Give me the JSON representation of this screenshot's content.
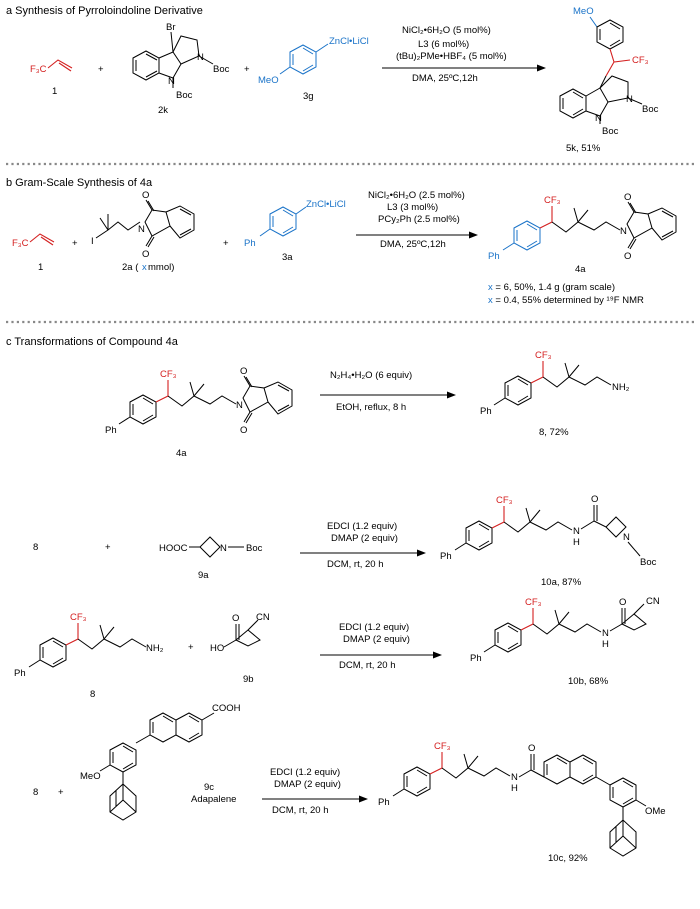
{
  "sections": {
    "a": {
      "title": "a Synthesis of Pyrroloindoline Derivative",
      "reagent1": {
        "label": "1",
        "formula": "F₃C"
      },
      "reagent2": {
        "label": "2k",
        "br": "Br",
        "n": "N",
        "boc": "Boc"
      },
      "reagent3": {
        "label": "3g",
        "zn": "ZnCl•LiCl",
        "meo": "MeO"
      },
      "conditions": [
        "NiCl₂•6H₂O (5 mol%)",
        "L3 (6 mol%)",
        "(tBu)₂PMe•HBF₄ (5 mol%)",
        "DMA, 25ºC,12h"
      ],
      "product": {
        "label": "5k, 51%",
        "cf3": "CF₃",
        "meo": "MeO"
      }
    },
    "b": {
      "title": "b Gram-Scale Synthesis of 4a",
      "reagent1": {
        "label": "1",
        "formula": "F₃C"
      },
      "reagent2": {
        "label_main": "2a (",
        "label_x": "x",
        "label_end": " mmol)",
        "i": "I",
        "n": "N",
        "o": "O"
      },
      "reagent3": {
        "label": "3a",
        "zn": "ZnCl•LiCl",
        "ph": "Ph"
      },
      "conditions": [
        "NiCl₂•6H₂O (2.5 mol%)",
        "L3 (3 mol%)",
        "PCy₂Ph (2.5 mol%)",
        "DMA, 25ºC,12h"
      ],
      "product": {
        "label": "4a",
        "cf3": "CF₃",
        "ph": "Ph"
      },
      "notes": [
        {
          "x": "x",
          "text": " = 6, 50%, 1.4 g (gram scale)"
        },
        {
          "x": "x",
          "text": " = 0.4, 55% determined by ¹⁹F NMR"
        }
      ]
    },
    "c": {
      "title": "c Transformations of Compound 4a",
      "r1": {
        "sm_label": "4a",
        "conditions": [
          "N₂H₄•H₂O (6 equiv)",
          "EtOH, reflux, 8 h"
        ],
        "product_label": "8, 72%",
        "nh2": "NH₂"
      },
      "r2": {
        "sm_label": "8",
        "plus": "+",
        "reagent_label": "9a",
        "hooc": "HOOC",
        "conditions": [
          "EDCI (1.2 equiv)",
          "DMAP (2 equiv)",
          "DCM, rt, 20 h"
        ],
        "product_label": "10a, 87%",
        "h": "H"
      },
      "r3": {
        "sm_label": "8",
        "reagent_label": "9b",
        "ho": "HO",
        "cn": "CN",
        "conditions": [
          "EDCI (1.2 equiv)",
          "DMAP (2 equiv)",
          "DCM, rt, 20 h"
        ],
        "product_label": "10b, 68%"
      },
      "r4": {
        "sm_label": "8",
        "reagent_label": "9c",
        "reagent_name": "Adapalene",
        "cooh": "COOH",
        "meo": "MeO",
        "ome": "OMe",
        "conditions": [
          "EDCI (1.2 equiv)",
          "DMAP (2 equiv)",
          "DCM, rt, 20 h"
        ],
        "product_label": "10c, 92%"
      }
    }
  },
  "common": {
    "plus": "+",
    "boc": "Boc",
    "cf3": "CF₃",
    "ph": "Ph",
    "n": "N",
    "o": "O"
  },
  "colors": {
    "red": "#d42020",
    "blue": "#1a73c8"
  }
}
